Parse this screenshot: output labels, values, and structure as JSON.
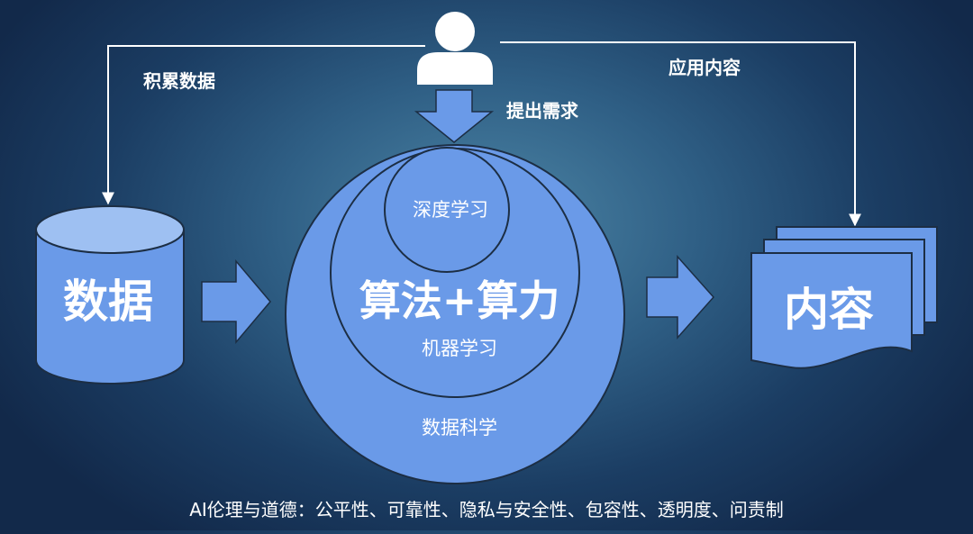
{
  "labels": {
    "accumulate_data": "积累数据",
    "apply_content": "应用内容",
    "raise_demand": "提出需求",
    "data": "数据",
    "content": "内容",
    "deep_learning": "深度学习",
    "algorithm_compute": "算法+算力",
    "machine_learning": "机器学习",
    "data_science": "数据科学",
    "ethics": "AI伦理与道德：公平性、可靠性、隐私与安全性、包容性、透明度、问责制"
  },
  "colors": {
    "shape_fill": "#6a9ae8",
    "shape_fill_light": "#9ec0f2",
    "outline": "#1c2e44",
    "line": "#ffffff",
    "text": "#ffffff"
  },
  "icons": {
    "user": "user-icon",
    "database": "database-icon",
    "documents": "documents-icon"
  }
}
